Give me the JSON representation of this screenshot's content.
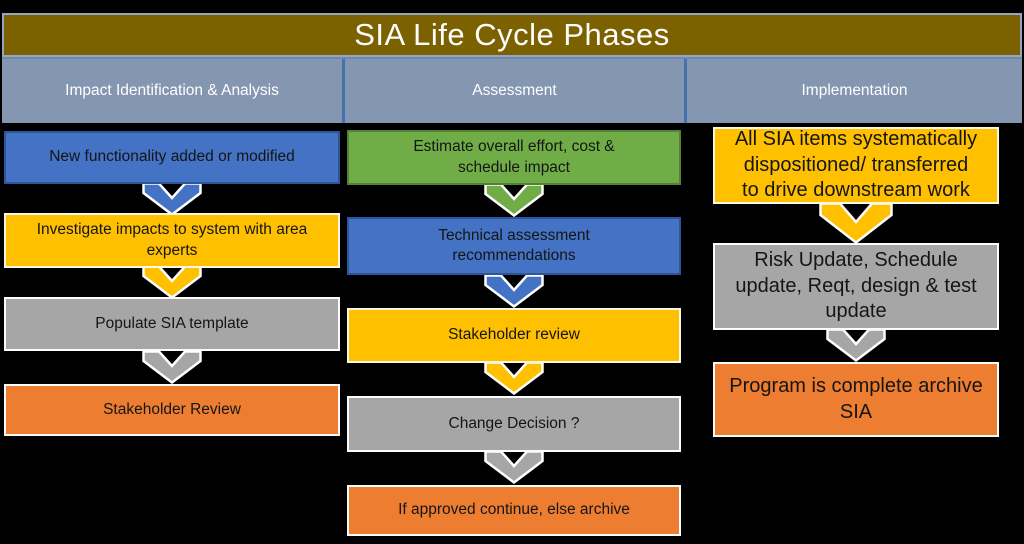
{
  "title": "SIA Life Cycle Phases",
  "colors": {
    "background": "#000000",
    "title_bar_fill": "#7C6100",
    "title_bar_border": "#93A7C4",
    "header_band_fill": "#8496B0",
    "header_divider": "#4470AE",
    "box_blue": "#4472C4",
    "box_green": "#70AD47",
    "box_yellow": "#FFC000",
    "box_gray": "#A6A6A6",
    "box_orange": "#ED7D31",
    "arrow_outline": "#FFFFFF",
    "box_text": "#151515",
    "header_text": "#FFFFFF"
  },
  "columns": [
    {
      "header": "Impact Identification & Analysis",
      "boxes": [
        {
          "text": "New functionality added or modified",
          "color": "blue"
        },
        {
          "text": "Investigate impacts to system with area\nexperts",
          "color": "yellow"
        },
        {
          "text": "Populate SIA template",
          "color": "gray"
        },
        {
          "text": "Stakeholder Review",
          "color": "orange"
        }
      ]
    },
    {
      "header": "Assessment",
      "boxes": [
        {
          "text": "Estimate overall effort, cost &\nschedule impact",
          "color": "green"
        },
        {
          "text": "Technical assessment\nrecommendations",
          "color": "blue"
        },
        {
          "text": "Stakeholder review",
          "color": "yellow"
        },
        {
          "text": "Change Decision ?",
          "color": "gray"
        },
        {
          "text": "If approved continue, else archive",
          "color": "orange"
        }
      ]
    },
    {
      "header": "Implementation",
      "boxes": [
        {
          "text": "All SIA items systematically\ndispositioned/ transferred\nto drive downstream work",
          "color": "yellow"
        },
        {
          "text": "Risk Update, Schedule\nupdate, Reqt, design & test\nupdate",
          "color": "gray"
        },
        {
          "text": "Program is complete archive\nSIA",
          "color": "orange"
        }
      ]
    }
  ]
}
